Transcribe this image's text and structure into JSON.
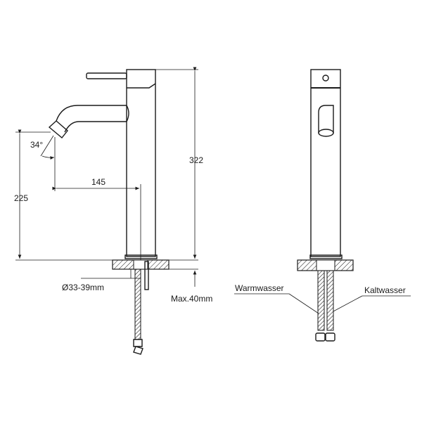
{
  "side_view": {
    "dim_height_total": "322",
    "dim_spout_height": "225",
    "dim_spout_reach": "145",
    "dim_spout_angle": "34°",
    "dim_hole_diameter": "Ø33-39mm",
    "dim_max_counter_thickness": "Max.40mm"
  },
  "front_view": {
    "label_hot": "Warmwasser",
    "label_cold": "Kaltwasser"
  }
}
